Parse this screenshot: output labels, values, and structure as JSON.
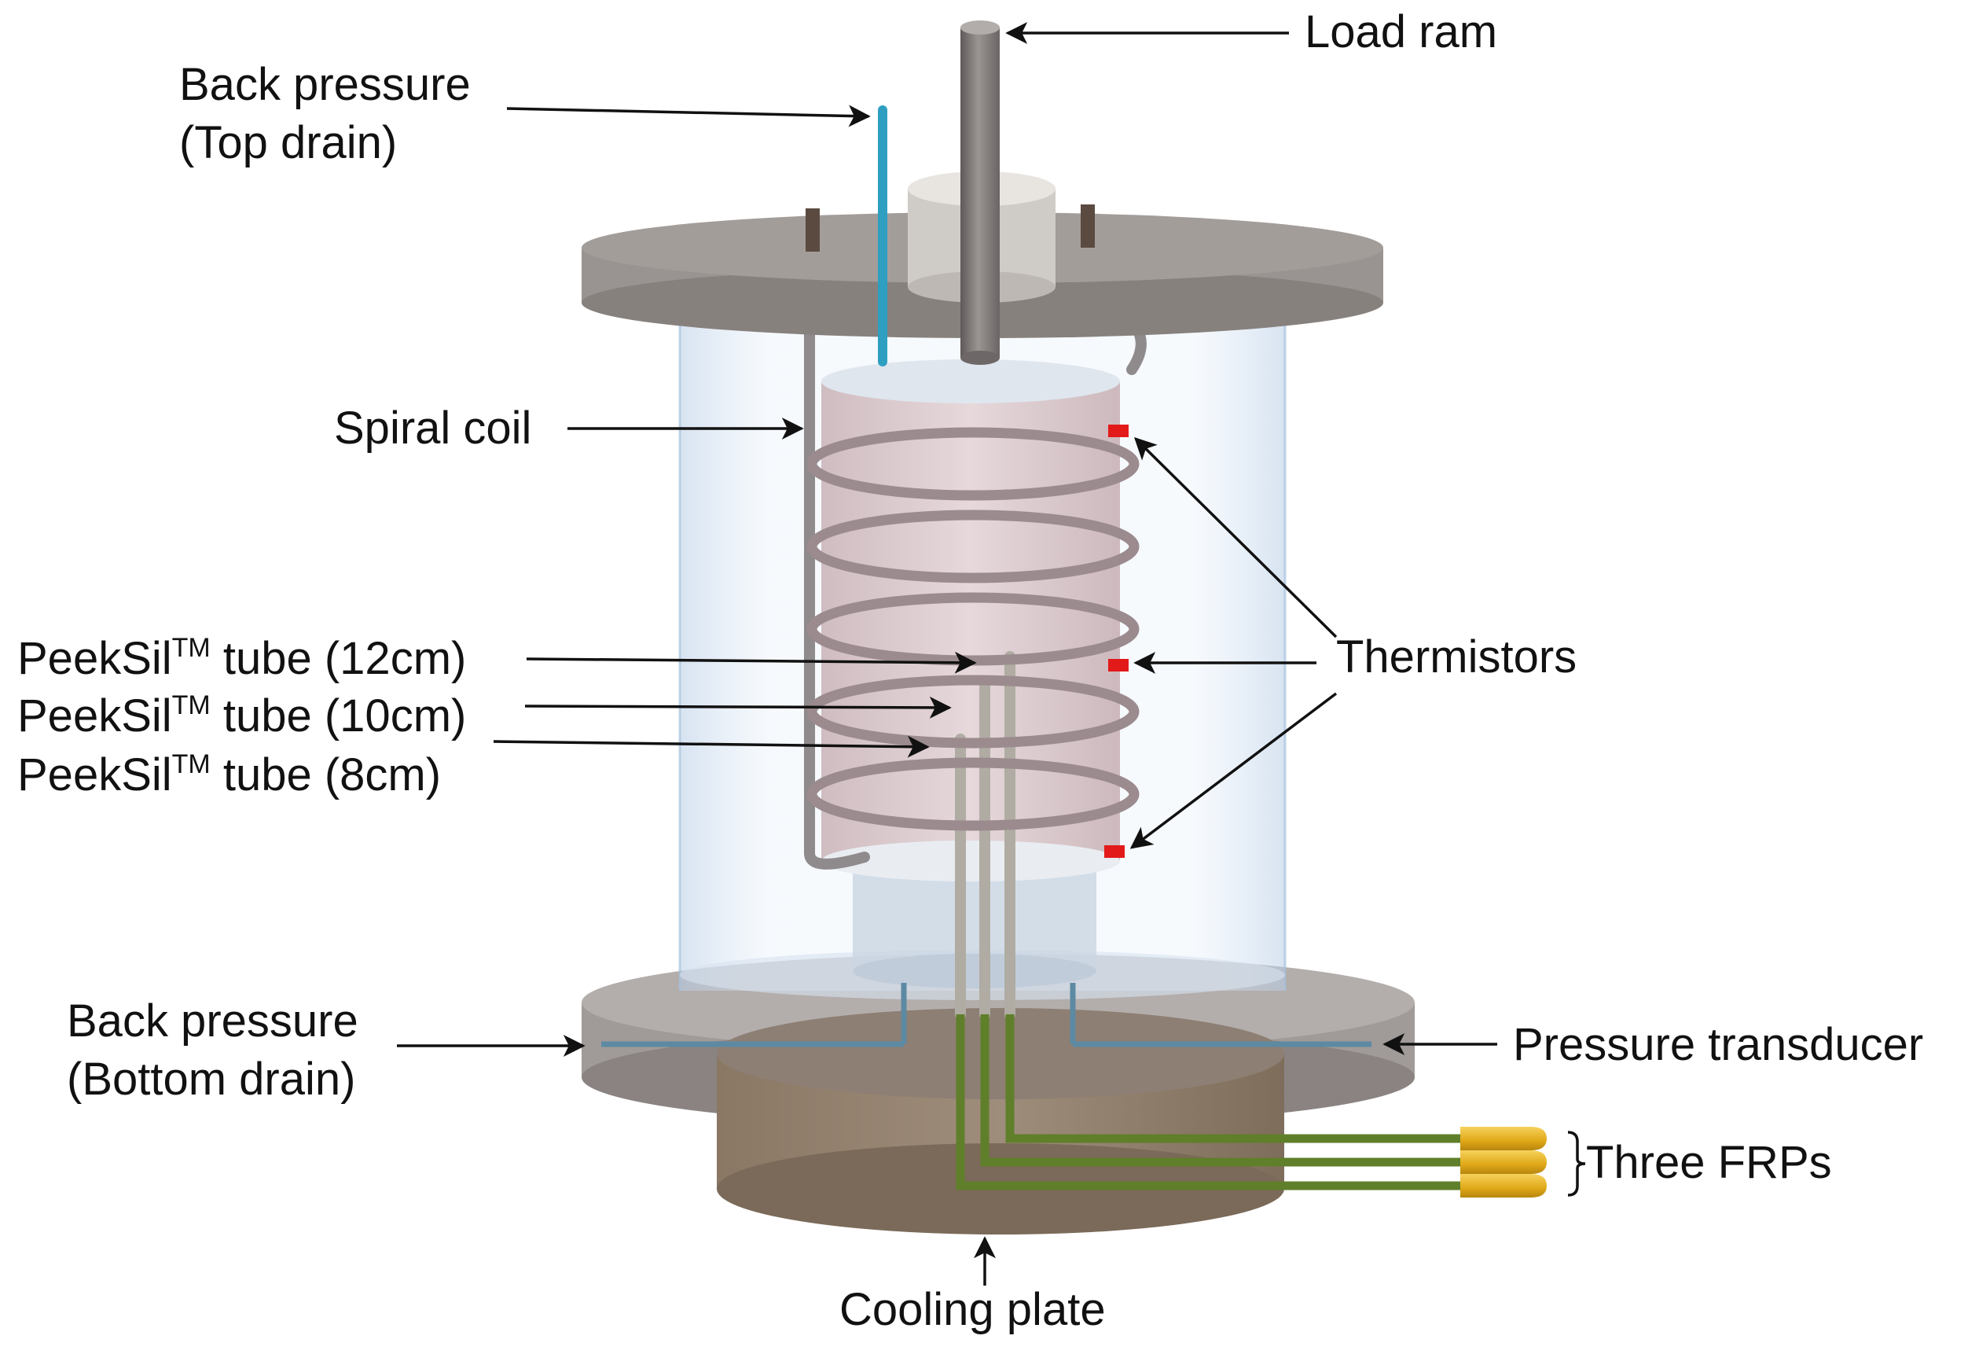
{
  "labels": {
    "load_ram": "Load ram",
    "back_pressure_top_line1": "Back pressure",
    "back_pressure_top_line2": "(Top drain)",
    "spiral_coil": "Spiral coil",
    "thermistors": "Thermistors",
    "peeksil_prefix": "PeekSil",
    "peeksil_tm": "TM",
    "tube_12": " tube (12cm)",
    "tube_10": " tube (10cm)",
    "tube_8": " tube (8cm)",
    "back_pressure_bottom_line1": "Back pressure",
    "back_pressure_bottom_line2": "(Bottom drain)",
    "pressure_transducer": "Pressure transducer",
    "three_frps": "Three FRPs",
    "cooling_plate": "Cooling plate"
  },
  "colors": {
    "top_plate": "#8e8885",
    "base_plate": "#9a9390",
    "cooling_plate": "#8a7a68",
    "chamber": "#c9dcf0",
    "sample": "#d9c4c8",
    "coil": "#9b8b8e",
    "drain_tube": "#2e9fc0",
    "thermistor": "#e21a1a",
    "frp_cable": "#5f7f2a",
    "frp_connector": "#e6b422",
    "load_ram": "#7d7878"
  }
}
